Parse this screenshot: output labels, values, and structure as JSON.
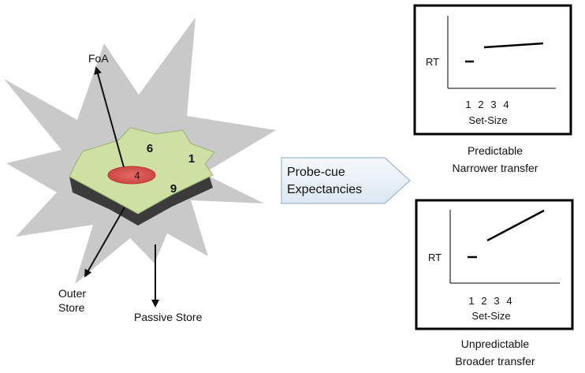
{
  "diagram": {
    "labels": {
      "foa": "FoA",
      "outer_store": "Outer\nStore",
      "passive_store": "Passive Store"
    },
    "items": [
      "4",
      "6",
      "1",
      "9"
    ],
    "arrow_box": {
      "lines": [
        "Probe-cue",
        "Expectancies"
      ]
    }
  },
  "panels": [
    {
      "ylabel": "RT",
      "ticks": [
        "1",
        "2",
        "3",
        "4"
      ],
      "xlabel": "Set-Size",
      "caption": [
        "Predictable",
        "Narrower transfer"
      ]
    },
    {
      "ylabel": "RT",
      "ticks": [
        "1",
        "2",
        "3",
        "4"
      ],
      "xlabel": "Set-Size",
      "caption": [
        "Unpredictable",
        "Broader transfer"
      ]
    }
  ],
  "colors": {
    "passive_store": "#c9c9c9",
    "outer_store_fill": "#cfe0a5",
    "focus_fill": "#d9534f",
    "callout_fill": "#e3edf6"
  }
}
